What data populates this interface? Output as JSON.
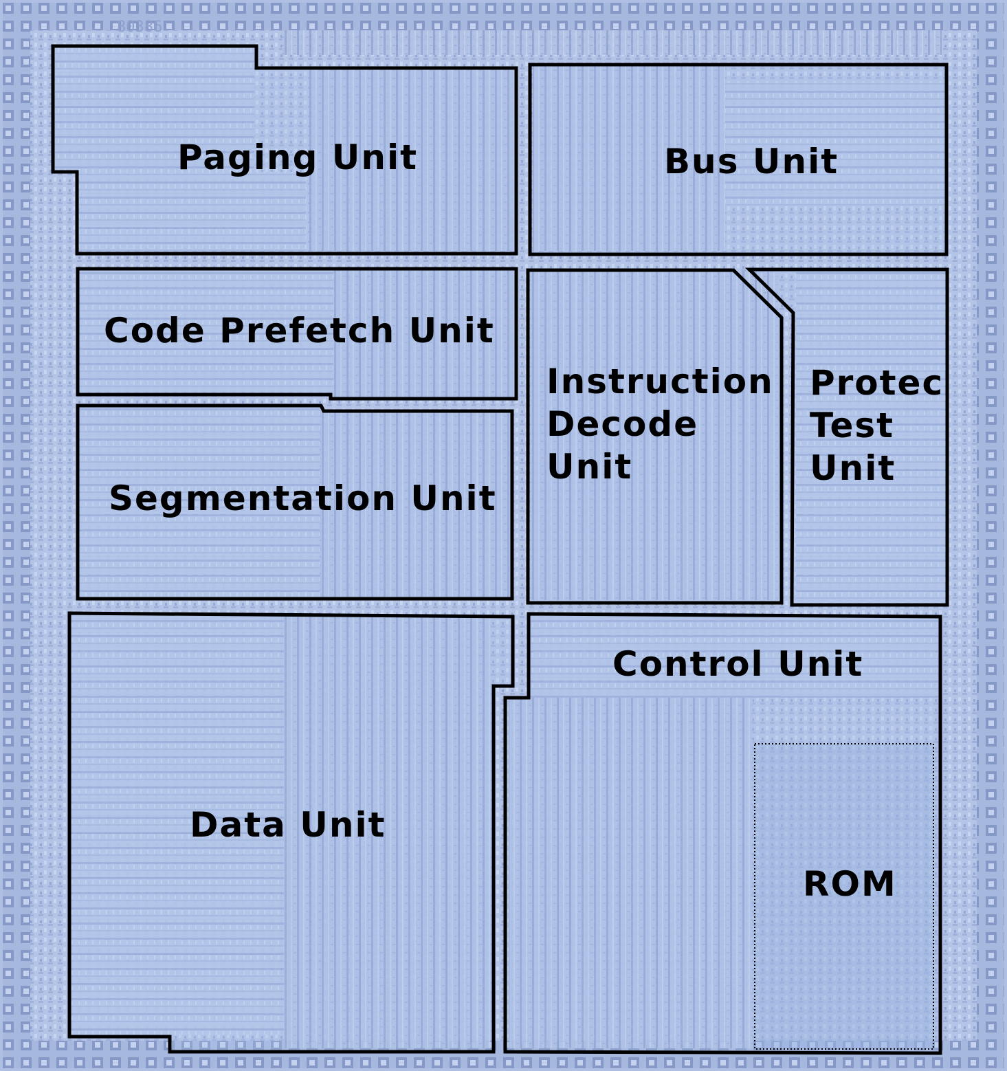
{
  "die": {
    "marking": "80386",
    "colors": {
      "background": "#b9c9e8",
      "die_surface": "#aebfe3",
      "circuit_dark": "#8494c0",
      "circuit_light": "#cfdcf4",
      "outline": "#000000"
    }
  },
  "units": {
    "paging": {
      "lines": [
        "Paging Unit"
      ]
    },
    "bus": {
      "lines": [
        "Bus Unit"
      ]
    },
    "code_prefetch": {
      "lines": [
        "Code Prefetch Unit"
      ]
    },
    "segmentation": {
      "lines": [
        "Segmentation Unit"
      ]
    },
    "instruction_decode": {
      "lines": [
        "Instruction",
        "Decode",
        "Unit"
      ]
    },
    "protection_test": {
      "lines": [
        "Protec",
        "Test",
        "Unit"
      ]
    },
    "control": {
      "lines": [
        "Control Unit"
      ]
    },
    "data": {
      "lines": [
        "Data Unit"
      ]
    },
    "rom": {
      "lines": [
        "ROM"
      ]
    }
  }
}
